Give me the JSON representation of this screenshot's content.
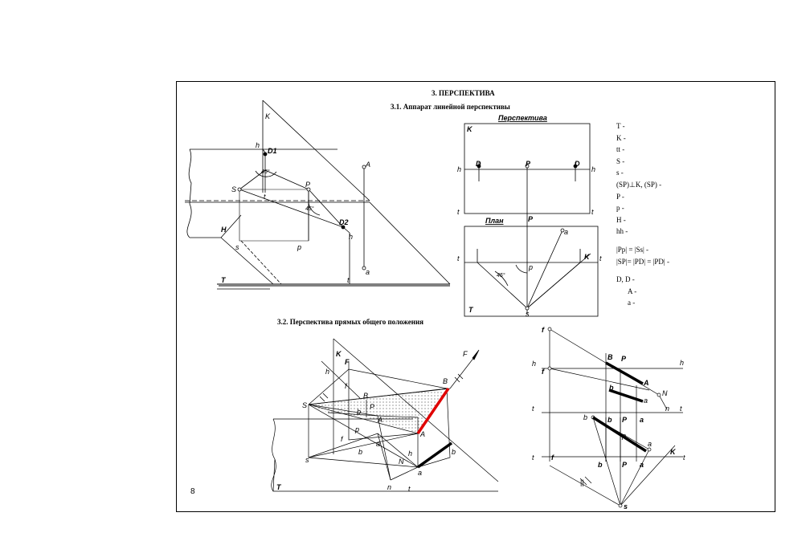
{
  "titles": {
    "main": "3. ПЕРСПЕКТИВА",
    "sub1": "3.1. Аппарат линейной перспективы",
    "sub2": "3.2. Перспектива прямых общего положения"
  },
  "figure1": {
    "labels": {
      "K": "K",
      "h_top": "h",
      "D1": "D1",
      "angle45a": "45°",
      "S": "S",
      "t": "t",
      "P": "P",
      "angle45b": "45°",
      "D2": "D2",
      "h_right": "h",
      "H": "H",
      "s": "s",
      "p": "p",
      "A": "A",
      "a": "a",
      "T": "T",
      "t_bottom": "t"
    }
  },
  "figure2": {
    "section_persp": "Перспектива",
    "section_plan": "План",
    "labels": {
      "K_top": "K",
      "h_left": "h",
      "D_left": "D",
      "P": "P",
      "D_right": "D",
      "h_right": "h",
      "t_left": "t",
      "t_right": "t",
      "Pp": "P",
      "a": "a",
      "t_plan_left": "t",
      "K_plan": "K",
      "t_plan_right": "t",
      "p": "p",
      "angle45": "45°",
      "T": "T",
      "s": "s"
    }
  },
  "legend": {
    "items": [
      "T -",
      "K -",
      "tt -",
      "S -",
      "s -",
      "(SP)⊥K, (SP) -",
      "P -",
      "p - ",
      "H -",
      "hh -",
      "|Pp| = |Ss| -",
      "|SP|= |PD| = |PD| -",
      "D, D -",
      "A -",
      "a -"
    ]
  },
  "figure3": {
    "labels": {
      "K": "K",
      "F": "F",
      "FK": "F",
      "h": "h",
      "fk": "f",
      "Bk": "B",
      "B": "B",
      "S": "S",
      "P": "P",
      "bk": "b",
      "Ak": "A",
      "A": "A",
      "pk": "p",
      "fkk": "f",
      "h2": "h",
      "b": "b",
      "N": "N",
      "ak": "a",
      "s": "s",
      "b2": "b",
      "a": "a",
      "n": "n",
      "t": "t",
      "T": "T"
    }
  },
  "figure4": {
    "labels": {
      "fk_top": "f",
      "h_left": "h",
      "fk": "f",
      "BP": "B",
      "P": "P",
      "h_right": "h",
      "bk": "b",
      "Ak": "A",
      "N": "N",
      "ak": "a",
      "t_left": "t",
      "n": "n",
      "t_right": "t",
      "b": "b",
      "bk2": "b",
      "Pk": "P",
      "ak2": "a",
      "p2": "p",
      "a": "a",
      "K": "K",
      "t_l2": "t",
      "f_n": "f",
      "bkb": "b",
      "pb": "P",
      "akb": "a",
      "t_r2": "t",
      "s": "s",
      "parallel": "||"
    }
  },
  "page_number": "8",
  "colors": {
    "ink": "#000000",
    "accent_red": "#e00000",
    "hatch": "#9a9a9a"
  }
}
